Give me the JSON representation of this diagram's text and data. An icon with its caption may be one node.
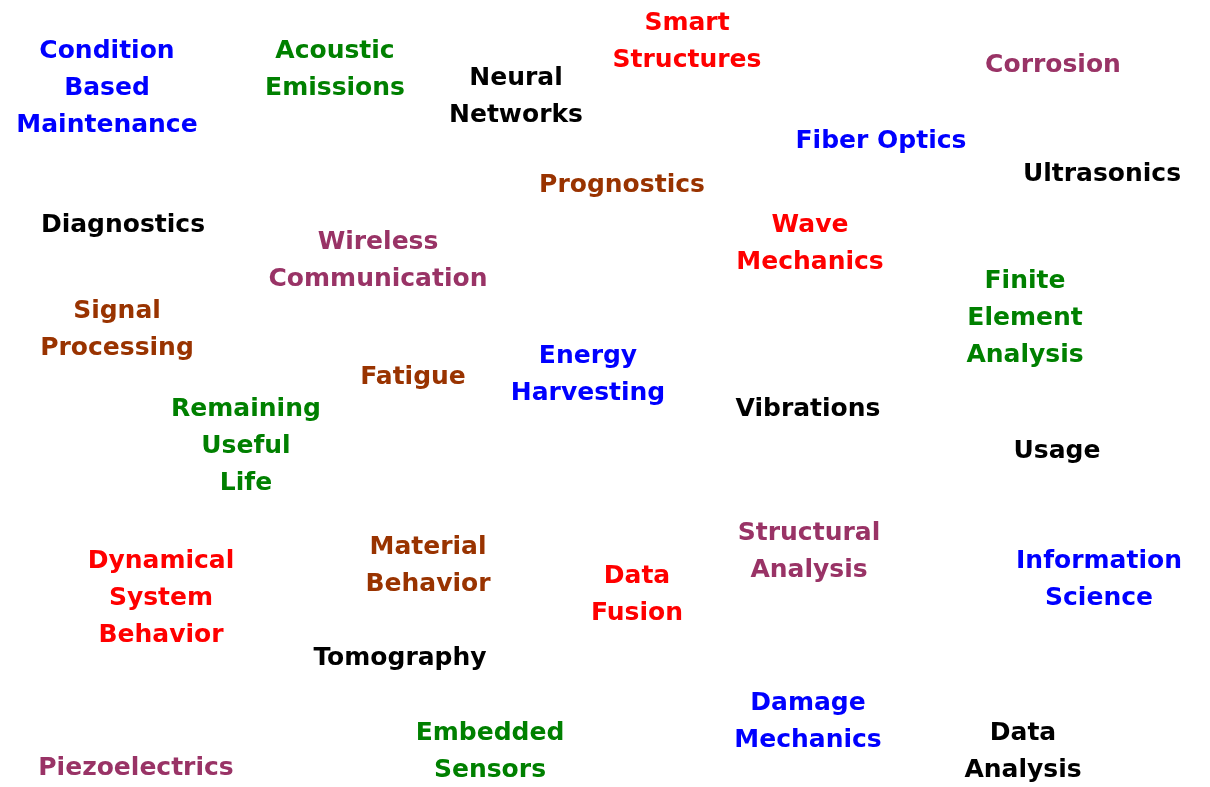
{
  "diagram": {
    "labels": [
      "Smart Structures",
      "Condition Based Maintenance",
      "Acoustic Emissions",
      "Neural Networks",
      "Corrosion",
      "Fiber Optics",
      "Ultrasonics",
      "Prognostics",
      "Diagnostics",
      "Wave Mechanics",
      "Wireless Communication",
      "Finite Element Analysis",
      "Signal Processing",
      "Energy Harvesting",
      "Fatigue",
      "Remaining Useful Life",
      "Vibrations",
      "Usage",
      "Structural Analysis",
      "Material Behavior",
      "Dynamical System Behavior",
      "Information Science",
      "Data Fusion",
      "Tomography",
      "Damage Mechanics",
      "Embedded Sensors",
      "Data Analysis",
      "Piezoelectrics"
    ]
  }
}
